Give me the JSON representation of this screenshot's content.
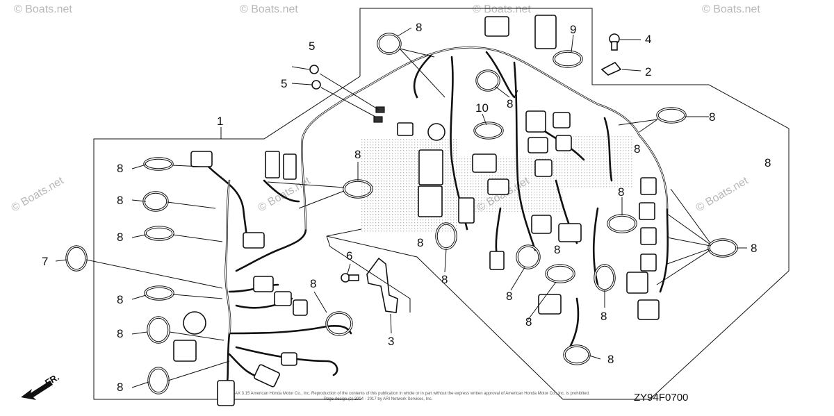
{
  "diagram": {
    "drawing_code": "ZY94F0700",
    "front_marker": "FR.",
    "watermark": "© Boats.net",
    "copyright_line_1": "AX 3.15 American Honda Motor Co., Inc. Reproduction of the contents of this publication in whole or in part without the express written approval of American Honda Motor Co., Inc. is prohibited.",
    "copyright_line_2": "Page design (c) 2004 - 2017 by ARI Network Services, Inc.",
    "callouts": [
      {
        "id": "c1",
        "label": "1"
      },
      {
        "id": "c2",
        "label": "2"
      },
      {
        "id": "c3",
        "label": "3"
      },
      {
        "id": "c4",
        "label": "4"
      },
      {
        "id": "c5a",
        "label": "5"
      },
      {
        "id": "c5b",
        "label": "5"
      },
      {
        "id": "c6",
        "label": "6"
      },
      {
        "id": "c7",
        "label": "7"
      },
      {
        "id": "c8a",
        "label": "8"
      },
      {
        "id": "c8b",
        "label": "8"
      },
      {
        "id": "c8c",
        "label": "8"
      },
      {
        "id": "c8d",
        "label": "8"
      },
      {
        "id": "c8e",
        "label": "8"
      },
      {
        "id": "c8f",
        "label": "8"
      },
      {
        "id": "c8g",
        "label": "8"
      },
      {
        "id": "c8h",
        "label": "8"
      },
      {
        "id": "c8i",
        "label": "8"
      },
      {
        "id": "c8j",
        "label": "8"
      },
      {
        "id": "c8k",
        "label": "8"
      },
      {
        "id": "c8l",
        "label": "8"
      },
      {
        "id": "c8m",
        "label": "8"
      },
      {
        "id": "c8n",
        "label": "8"
      },
      {
        "id": "c8o",
        "label": "8"
      },
      {
        "id": "c8p",
        "label": "8"
      },
      {
        "id": "c8q",
        "label": "8"
      },
      {
        "id": "c8r",
        "label": "8"
      },
      {
        "id": "c8s",
        "label": "8"
      },
      {
        "id": "c8t",
        "label": "8"
      },
      {
        "id": "c8u",
        "label": "8"
      },
      {
        "id": "c8v",
        "label": "8"
      },
      {
        "id": "c9",
        "label": "9"
      },
      {
        "id": "c10",
        "label": "10"
      }
    ]
  }
}
